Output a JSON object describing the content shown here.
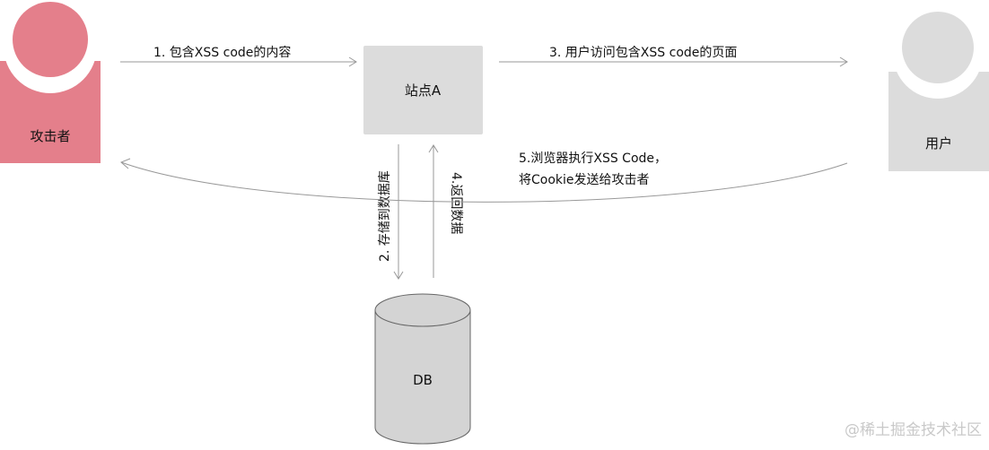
{
  "nodes": {
    "attacker": {
      "label": "攻击者",
      "color": "#e47f8b"
    },
    "site": {
      "label": "站点A",
      "color": "#dcdcdc"
    },
    "user": {
      "label": "用户",
      "color": "#dcdcdc"
    },
    "db": {
      "label": "DB",
      "color": "#d4d4d4"
    }
  },
  "edges": {
    "step1": "1. 包含XSS code的内容",
    "step2": "2. 存储到数据库",
    "step3": "3.  用户访问包含XSS code的页面",
    "step4": "4.返回数据",
    "step5_line1": "5.浏览器执行XSS Code，",
    "step5_line2": "将Cookie发送给攻击者"
  },
  "watermark": "@稀土掘金技术社区"
}
